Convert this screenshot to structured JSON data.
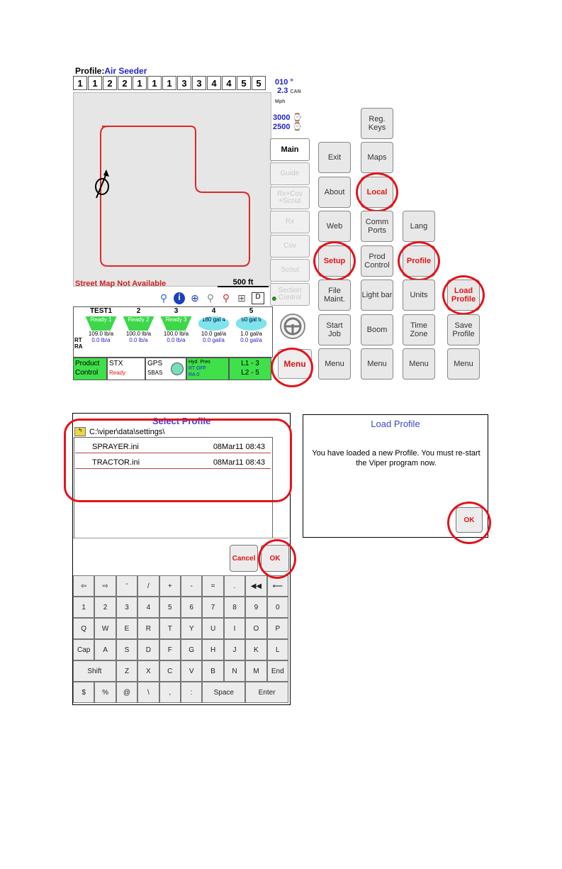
{
  "main_screen": {
    "profile_label": "Profile:",
    "profile_name": "Air Seeder",
    "sections": [
      "1",
      "1",
      "2",
      "2",
      "1",
      "1",
      "1",
      "3",
      "3",
      "4",
      "4",
      "5",
      "5"
    ],
    "heading": "010 °",
    "speed": "2.3",
    "speed_unit_top": "CAN",
    "speed_unit_bottom": "Mph",
    "rate1": "3000",
    "rate2": "2500",
    "tabs": [
      "Main",
      "Guide",
      "Rx+Cov +Scout",
      "Rx",
      "Cov",
      "Scout",
      "Section Control"
    ],
    "street_map": "Street Map Not Available",
    "scale": "500 ft",
    "products": [
      {
        "header": "TEST1",
        "tank": "Ready 1",
        "r1": "109.0 lb/a",
        "r2": "0.0 lb/a"
      },
      {
        "header": "2",
        "tank": "Ready 2",
        "r1": "100.0 lb/a",
        "r2": "0.0 lb/a"
      },
      {
        "header": "3",
        "tank": "Ready 3",
        "r1": "100.0 lb/a",
        "r2": "0.0 lb/a"
      },
      {
        "header": "4",
        "tank": "180 gal 4",
        "r1": "10.0 gal/a",
        "r2": "0.0 gal/a"
      },
      {
        "header": "5",
        "tank": "50 gal 5",
        "r1": "1.0 gal/a",
        "r2": "0.0 gal/a"
      }
    ],
    "rt": "RT",
    "ra": "RA",
    "status": {
      "product_control": "Product Control",
      "stx": "STX",
      "stx_state": "Ready",
      "gps": "GPS",
      "gps_mode": "SBAS",
      "hyd": "Hyd. Pres",
      "hyd_rt": "RT OFF",
      "hyd_ra": "RA 0",
      "l1": "L1 - 3",
      "l2": "L2 - 5"
    },
    "menu": "Menu"
  },
  "menu_col1": [
    "Exit",
    "About",
    "Web",
    "Setup",
    "File Maint.",
    "Start Job",
    "Menu"
  ],
  "menu_col2": [
    "Reg. Keys",
    "Maps",
    "Local",
    "Comm Ports",
    "Prod Control",
    "Light bar",
    "Boom",
    "Menu"
  ],
  "menu_col3": [
    "Lang",
    "Profile",
    "Units",
    "Time Zone",
    "Menu"
  ],
  "menu_col4": [
    "Load Profile",
    "Save Profile",
    "Menu"
  ],
  "select_profile": {
    "title": "Select Profile",
    "path": "C:\\viper\\data\\settings\\",
    "files": [
      {
        "name": "SPRAYER.ini",
        "date": "08Mar11 08:43"
      },
      {
        "name": "TRACTOR.ini",
        "date": "08Mar11 08:43"
      }
    ],
    "cancel": "Cancel",
    "ok": "OK",
    "keys_row0": [
      "⇦",
      "⇨",
      "'",
      "/",
      "+",
      "-",
      "=",
      ".",
      "◀◀",
      "⟵"
    ],
    "keys_row1": [
      "1",
      "2",
      "3",
      "4",
      "5",
      "6",
      "7",
      "8",
      "9",
      "0"
    ],
    "keys_row2": [
      "Q",
      "W",
      "E",
      "R",
      "T",
      "Y",
      "U",
      "I",
      "O",
      "P"
    ],
    "keys_row3": [
      "Cap",
      "A",
      "S",
      "D",
      "F",
      "G",
      "H",
      "J",
      "K",
      "L"
    ],
    "keys_row4": [
      "Shift",
      "Z",
      "X",
      "C",
      "V",
      "B",
      "N",
      "M",
      "End"
    ],
    "keys_row5": [
      "$",
      "%",
      "@",
      "\\",
      ",",
      ":",
      "Space",
      "Enter"
    ]
  },
  "load_profile": {
    "title": "Load Profile",
    "message": "You have loaded a new Profile. You must re-start the Viper program now.",
    "ok": "OK"
  },
  "colors": {
    "highlight": "#e3131b",
    "accent_blue": "#2222cc",
    "green": "#3fe04a"
  }
}
